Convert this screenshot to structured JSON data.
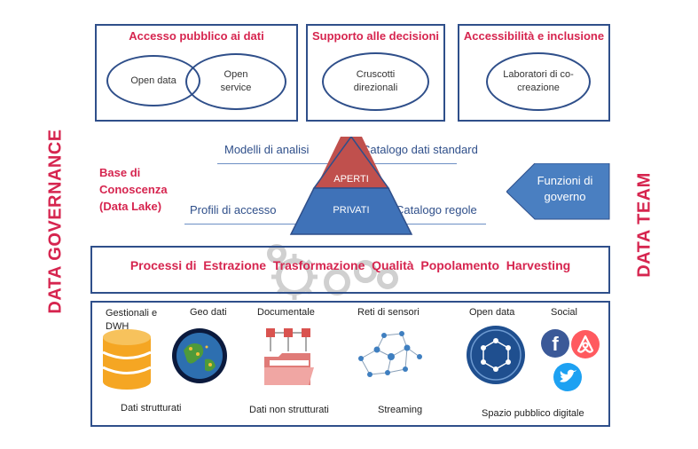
{
  "side_labels": {
    "left": "DATA GOVERNANCE",
    "right": "DATA TEAM"
  },
  "top_boxes": [
    {
      "title": "Accesso pubblico ai dati",
      "items": [
        "Open data",
        "Open service"
      ]
    },
    {
      "title": "Supporto alle decisioni",
      "items": [
        "Cruscotti direzionali"
      ]
    },
    {
      "title": "Accessibilità e inclusione",
      "items": [
        "Laboratori di co-creazione"
      ]
    }
  ],
  "knowledge_base": {
    "title": "Base di Conoscenza (Data Lake)",
    "pyramid_top": "APERTI",
    "pyramid_bottom": "PRIVATI",
    "labels": {
      "top_left": "Modelli di analisi",
      "top_right": "Catalogo dati standard",
      "bottom_left": "Profili  di accesso",
      "bottom_right": "Catalogo regole"
    },
    "arrow": "Funzioni di governo"
  },
  "process_bar": "Processi di  Estrazione  Trasformazione  Qualità  Popolamento  Harvesting",
  "sources": {
    "items": [
      "Gestionali e DWH",
      "Geo dati",
      "Documentale",
      "Reti di sensori",
      "Open data",
      "Social"
    ],
    "groups": [
      "Dati strutturati",
      "Dati non strutturati",
      "Streaming",
      "Spazio pubblico digitale"
    ]
  },
  "colors": {
    "accent_red": "#d6254f",
    "frame_blue": "#2f4f8a",
    "pyramid_red": "#c0504d",
    "pyramid_blue": "#3f72b8",
    "arrow_blue": "#4a7fc1"
  }
}
